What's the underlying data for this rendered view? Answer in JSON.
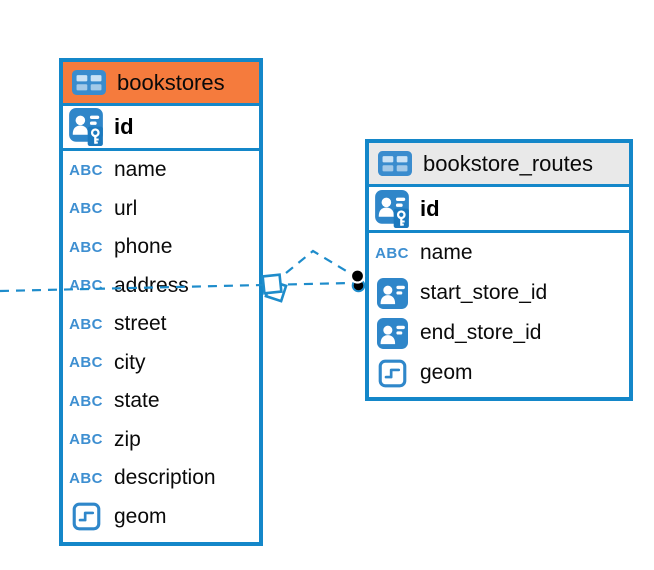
{
  "colors": {
    "table_border": "#1487C9",
    "bookstores_header_bg": "#F57B3D",
    "routes_header_bg": "#E9E9E9",
    "icon_blue": "#2F86C9",
    "connector_blue": "#1E8CCB",
    "text": "#000000"
  },
  "icon_glyphs": {
    "text_type": "ABC"
  },
  "diagram": {
    "tables": [
      {
        "name": "bookstores",
        "columns": [
          {
            "name": "id",
            "type": "primary-key"
          },
          {
            "name": "name",
            "type": "text"
          },
          {
            "name": "url",
            "type": "text"
          },
          {
            "name": "phone",
            "type": "text"
          },
          {
            "name": "address",
            "type": "text"
          },
          {
            "name": "street",
            "type": "text"
          },
          {
            "name": "city",
            "type": "text"
          },
          {
            "name": "state",
            "type": "text"
          },
          {
            "name": "zip",
            "type": "text"
          },
          {
            "name": "description",
            "type": "text"
          },
          {
            "name": "geom",
            "type": "geometry"
          }
        ]
      },
      {
        "name": "bookstore_routes",
        "columns": [
          {
            "name": "id",
            "type": "primary-key"
          },
          {
            "name": "name",
            "type": "text"
          },
          {
            "name": "start_store_id",
            "type": "reference"
          },
          {
            "name": "end_store_id",
            "type": "reference"
          },
          {
            "name": "geom",
            "type": "geometry"
          }
        ]
      }
    ],
    "connections": [
      {
        "from": "bookstores",
        "to": "bookstore_routes",
        "style": "dashed"
      },
      {
        "from": "bookstores",
        "to": "bookstore_routes",
        "style": "dashed"
      }
    ]
  }
}
